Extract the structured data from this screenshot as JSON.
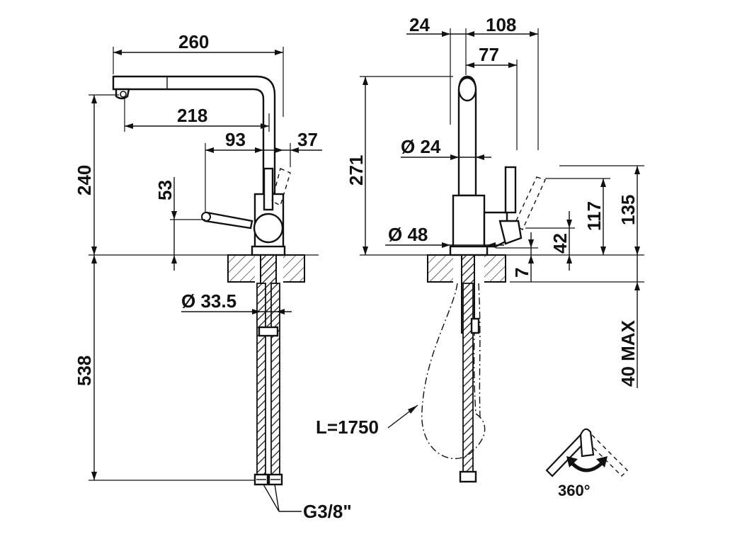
{
  "front_view": {
    "dims": {
      "overall_length": "260",
      "spout_reach": "218",
      "lever_offset": "93",
      "lever_depth": "37",
      "height_above_deck": "240",
      "lever_height": "53",
      "shank_diameter": "Ø 33.5",
      "below_deck_length": "538",
      "connection_thread": "G3/8\""
    }
  },
  "side_view": {
    "dims": {
      "body_offset": "24",
      "body_to_lever": "108",
      "spout_to_lever": "77",
      "spout_diameter": "Ø 24",
      "total_height": "271",
      "base_diameter": "Ø 48",
      "lever_top_height": "135",
      "lever_mid_height": "117",
      "lever_low_height": "42",
      "base_ring": "7",
      "max_deck_thickness": "40 MAX",
      "hose_length": "L=1750"
    }
  },
  "rotation": {
    "label": "360°"
  }
}
